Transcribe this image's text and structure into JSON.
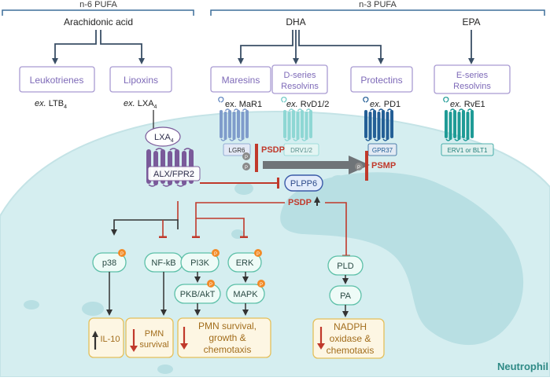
{
  "headers": {
    "n6": "n-6 PUFA",
    "n3": "n-3 PUFA"
  },
  "precursors": {
    "aa": "Arachidonic acid",
    "dha": "DHA",
    "epa": "EPA"
  },
  "mediators": {
    "leukotrienes": [
      "Leukotrienes"
    ],
    "lipoxins": [
      "Lipoxins"
    ],
    "maresins": [
      "Maresins"
    ],
    "d_resolvins": [
      "D-series",
      "Resolvins"
    ],
    "protectins": [
      "Protectins"
    ],
    "e_resolvins": [
      "E-series",
      "Resolvins"
    ]
  },
  "examples": {
    "prefix": "ex.",
    "ltb": {
      "name": "LTB",
      "sub": "4"
    },
    "lxa": {
      "name": "LXA",
      "sub": "4"
    },
    "mar": "MaR1",
    "rvd": "RvD1/2",
    "pd": "PD1",
    "rve": "RvE1"
  },
  "receptors": {
    "lgr6": "LGR6",
    "drv": "DRV1/2",
    "gpr37": "GPR37",
    "erv": "ERV1 or BLT1"
  },
  "alx": {
    "ligand": "LXA",
    "ligand_sub": "4",
    "receptor": "ALX/FPR2"
  },
  "phos": "P",
  "psdp": "PSDP",
  "psmp": "PSMP",
  "plpp6": "PLPP6",
  "nodes": {
    "p38": "p38",
    "nfkb": "NF-kB",
    "pi3k": "PI3K",
    "erk": "ERK",
    "pkb": "PKB/AkT",
    "mapk": "MAPK",
    "pld": "PLD",
    "pa": "PA"
  },
  "outcomes": {
    "il10": [
      "IL-10"
    ],
    "pmn": [
      "PMN",
      "survival"
    ],
    "pmn_growth": [
      "PMN survival,",
      "growth &",
      "chemotaxis"
    ],
    "nadph": [
      "NADPH",
      "oxidase  &",
      "chemotaxis"
    ]
  },
  "cell_label": "Neutrophil",
  "colors": {
    "header_line": "#3d6f9a",
    "box_border": "#a99bd2",
    "box_text": "#7e6ab8",
    "inhibit": "#c0392b",
    "node_fill": "#eefbf7",
    "node_border": "#5cc0a8",
    "outcome_fill": "#fdf6e3",
    "outcome_border": "#e4bf5a",
    "outcome_text": "#a26d1c",
    "phos": "#f28b28",
    "cell_fill": "#d5eef0",
    "nucleus_fill": "#b8dfe3",
    "receptor_lgr6": "#7f9ccb",
    "receptor_drv": "#8ed7d4",
    "receptor_gpr37": "#245f96",
    "receptor_erv": "#1f9b96",
    "alx_receptor": "#7a5a9a"
  }
}
